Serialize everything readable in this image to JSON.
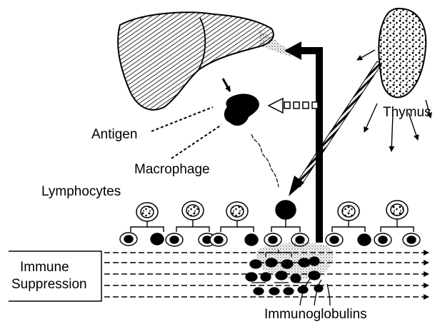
{
  "labels": {
    "thymus": "Thymus",
    "antigen": "Antigen",
    "macrophage": "Macrophage",
    "lymphocytes": "Lymphocytes",
    "immune_suppression_line1": "Immune",
    "immune_suppression_line2": "Suppression",
    "immunoglobulins": "Immunoglobulins"
  },
  "colors": {
    "ink": "#000000",
    "paper": "#ffffff"
  }
}
